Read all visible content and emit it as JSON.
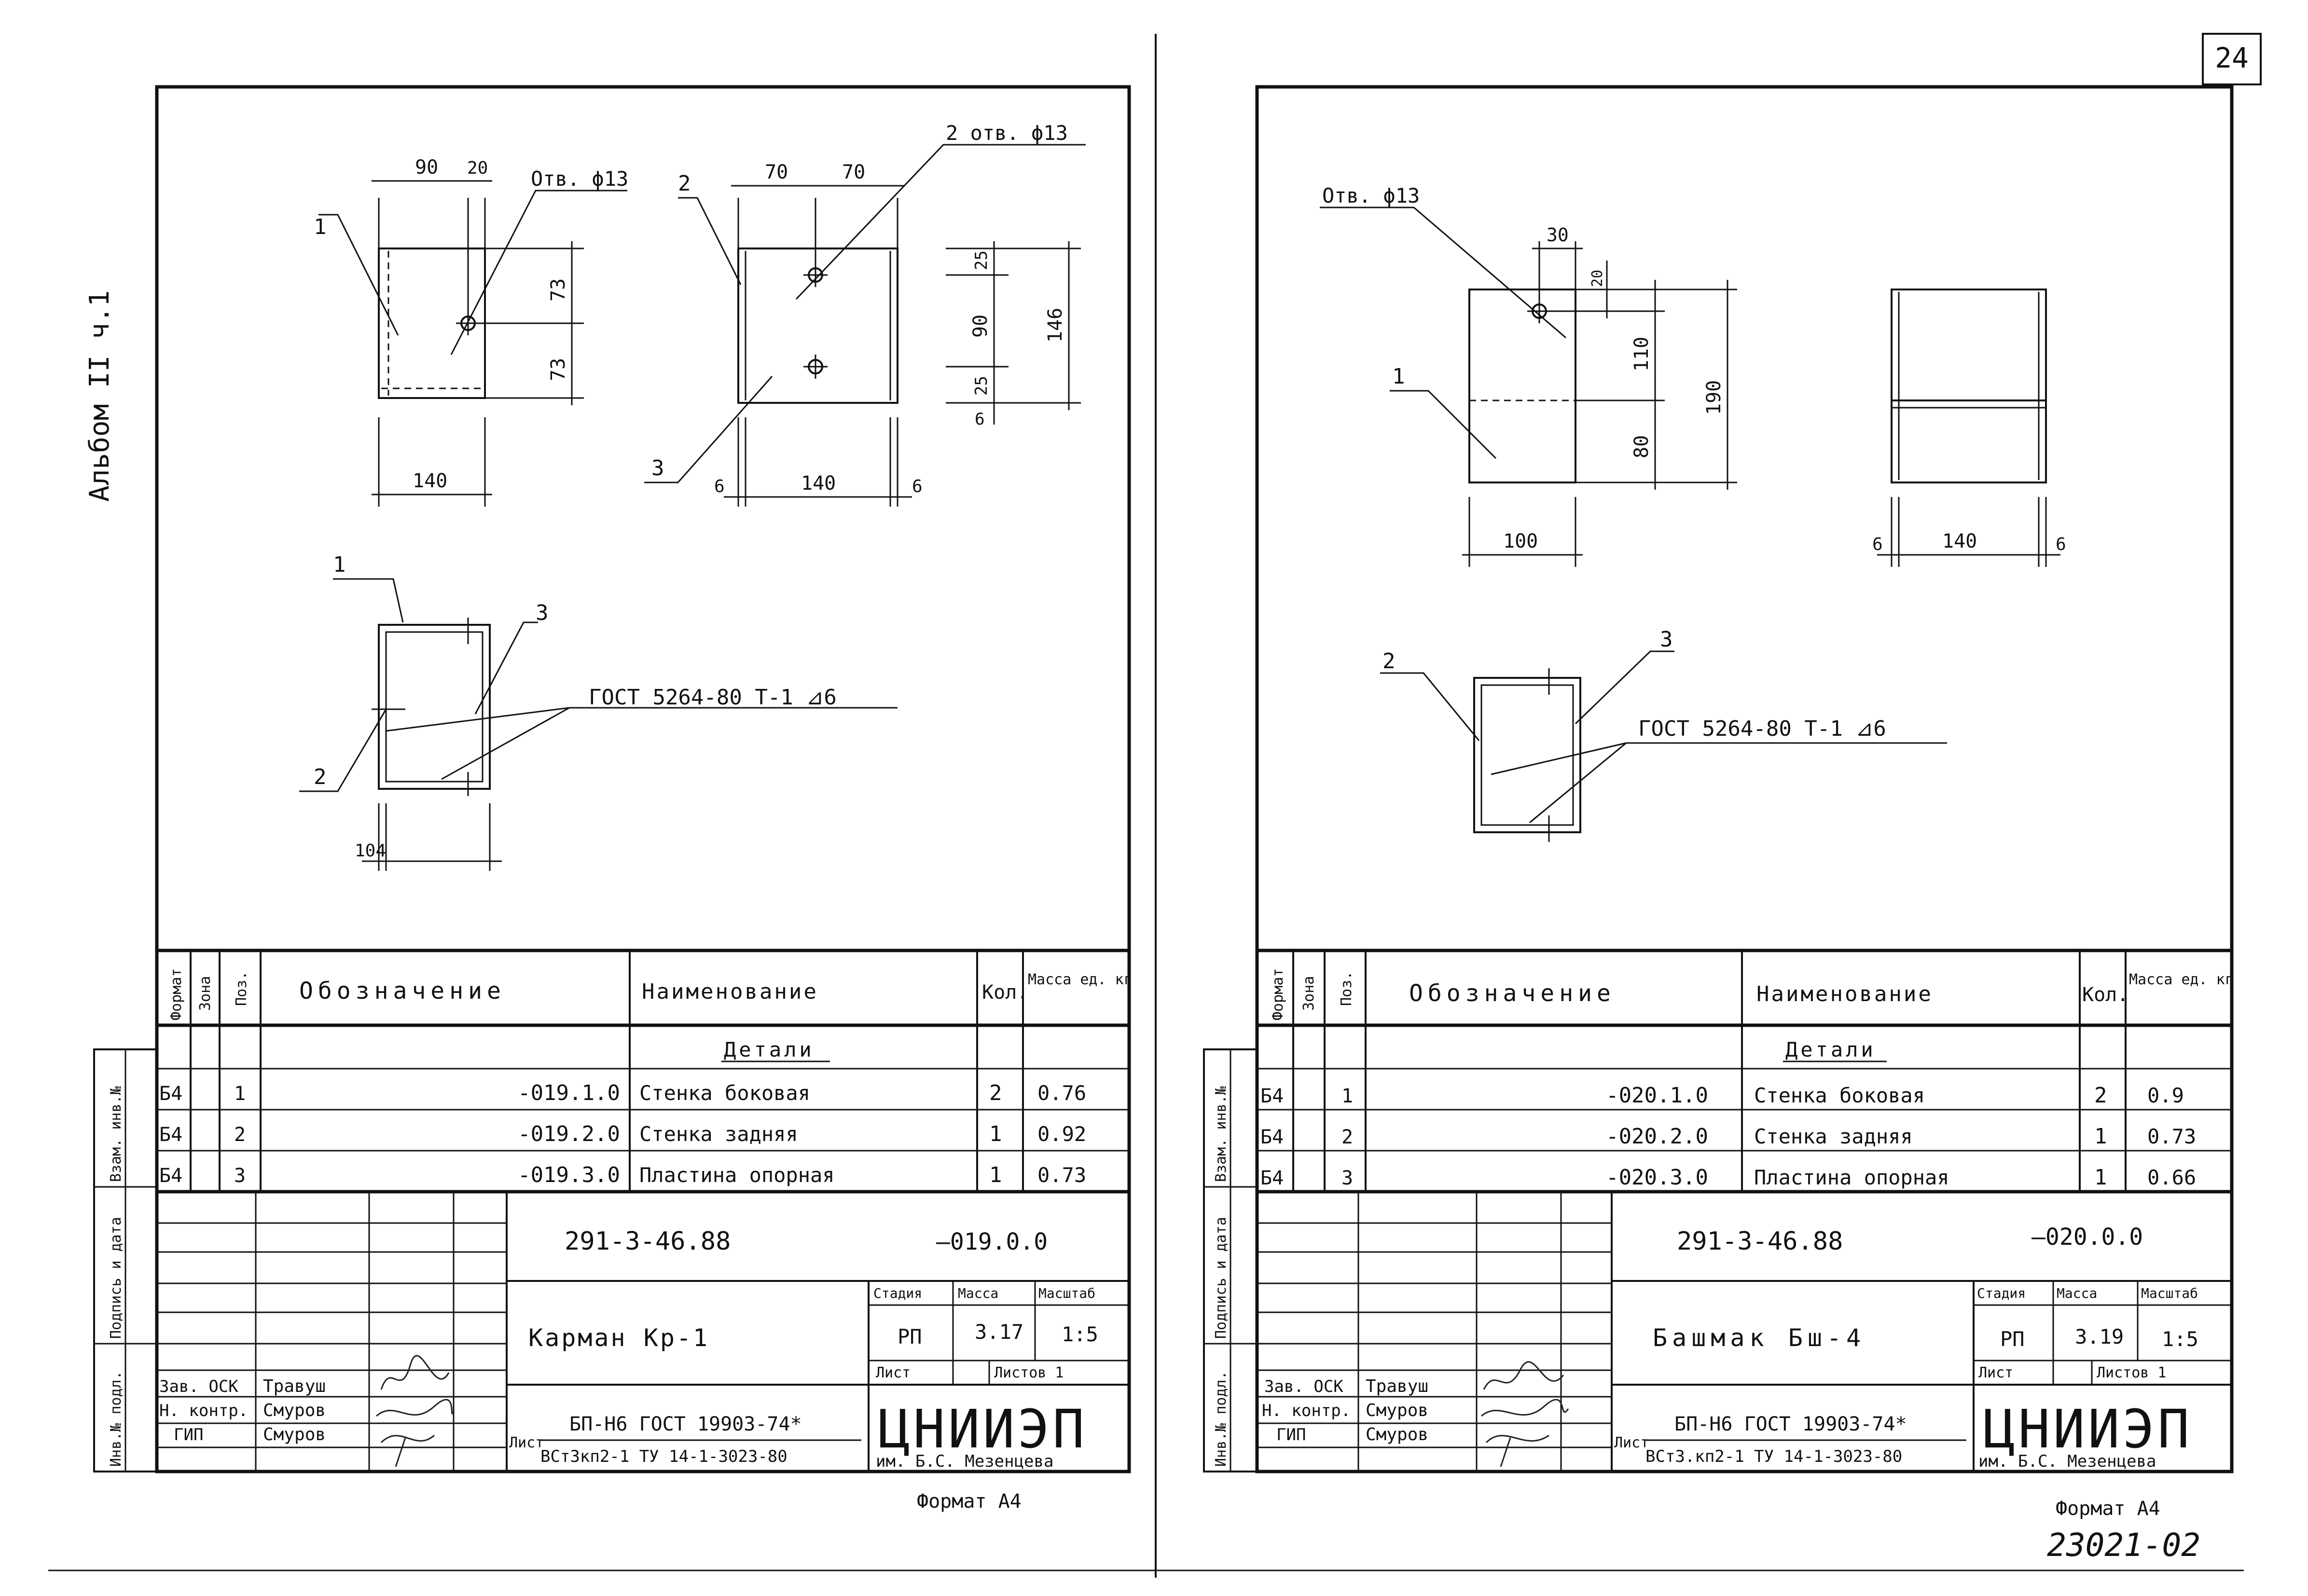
{
  "page_number": "24",
  "album_label": "Альбом II ч.1",
  "bottom_code": "23021-02",
  "side_labels": [
    "Инв.№ подл.",
    "Подпись и дата",
    "Взам. инв.№"
  ],
  "sheets": [
    {
      "hole_note_1": "Отв. ϕ13",
      "hole_note_2": "2 отв. ϕ13",
      "gost_note": "ГОСТ 5264-80 Т-1 ⊿6",
      "dims": [
        "90",
        "20",
        "73",
        "73",
        "140",
        "70",
        "70",
        "25",
        "90",
        "146",
        "25",
        "6",
        "140",
        "6",
        "6",
        "104"
      ],
      "callouts": [
        "1",
        "2",
        "3",
        "1",
        "3",
        "2"
      ],
      "headers": [
        "Формат",
        "Зона",
        "Поз.",
        "Обозначение",
        "Наименование",
        "Кол.",
        "Масса ед. кг"
      ],
      "section": "Детали",
      "rows": [
        {
          "fmt": "Б4",
          "zone": "",
          "pos": "1",
          "des": "-019.1.0",
          "name": "Стенка боковая",
          "qty": "2",
          "mass": "0.76"
        },
        {
          "fmt": "Б4",
          "zone": "",
          "pos": "2",
          "des": "-019.2.0",
          "name": "Стенка задняя",
          "qty": "1",
          "mass": "0.92"
        },
        {
          "fmt": "Б4",
          "zone": "",
          "pos": "3",
          "des": "-019.3.0",
          "name": "Пластина опорная",
          "qty": "1",
          "mass": "0.73"
        }
      ],
      "doc_code": "291-3-46.88",
      "doc_sub": "—019.0.0",
      "title": "Карман Кр-1",
      "stage_headers": [
        "Стадия",
        "Масса",
        "Масштаб"
      ],
      "stage": "РП",
      "mass": "3.17",
      "scale": "1:5",
      "sheet_label": "Лист",
      "sheets_label": "Листов 1",
      "roles": [
        "Зав. ОСК",
        "Н. контр.",
        "ГИП"
      ],
      "names": [
        "Травуш",
        "Смуров",
        "Смуров"
      ],
      "material_prefix": "Лист",
      "material_top": "БП-Н6 ГОСТ 19903-74*",
      "material_bottom": "ВСт3кп2-1 ТУ 14-1-3023-80",
      "org_name": "ЦНИИЭП",
      "org_sub": "им. Б.С. Мезенцева",
      "format": "Формат А4"
    },
    {
      "hole_note_1": "Отв. ϕ13",
      "gost_note": "ГОСТ 5264-80 Т-1 ⊿6",
      "dims": [
        "30",
        "20",
        "110",
        "80",
        "190",
        "100",
        "6",
        "140",
        "6"
      ],
      "callouts": [
        "1",
        "2",
        "3"
      ],
      "headers": [
        "Формат",
        "Зона",
        "Поз.",
        "Обозначение",
        "Наименование",
        "Кол.",
        "Масса ед. кг"
      ],
      "section": "Детали",
      "rows": [
        {
          "fmt": "Б4",
          "zone": "",
          "pos": "1",
          "des": "-020.1.0",
          "name": "Стенка боковая",
          "qty": "2",
          "mass": "0.9"
        },
        {
          "fmt": "Б4",
          "zone": "",
          "pos": "2",
          "des": "-020.2.0",
          "name": "Стенка задняя",
          "qty": "1",
          "mass": "0.73"
        },
        {
          "fmt": "Б4",
          "zone": "",
          "pos": "3",
          "des": "-020.3.0",
          "name": "Пластина опорная",
          "qty": "1",
          "mass": "0.66"
        }
      ],
      "doc_code": "291-3-46.88",
      "doc_sub": "—020.0.0",
      "title": "Башмак Бш-4",
      "stage_headers": [
        "Стадия",
        "Масса",
        "Масштаб"
      ],
      "stage": "РП",
      "mass": "3.19",
      "scale": "1:5",
      "sheet_label": "Лист",
      "sheets_label": "Листов 1",
      "roles": [
        "Зав. ОСК",
        "Н. контр.",
        "ГИП"
      ],
      "names": [
        "Травуш",
        "Смуров",
        "Смуров"
      ],
      "material_prefix": "Лист",
      "material_top": "БП-Н6 ГОСТ 19903-74*",
      "material_bottom": "ВСт3.кп2-1 ТУ 14-1-3023-80",
      "org_name": "ЦНИИЭП",
      "org_sub": "им. Б.С. Мезенцева",
      "format": "Формат А4"
    }
  ]
}
